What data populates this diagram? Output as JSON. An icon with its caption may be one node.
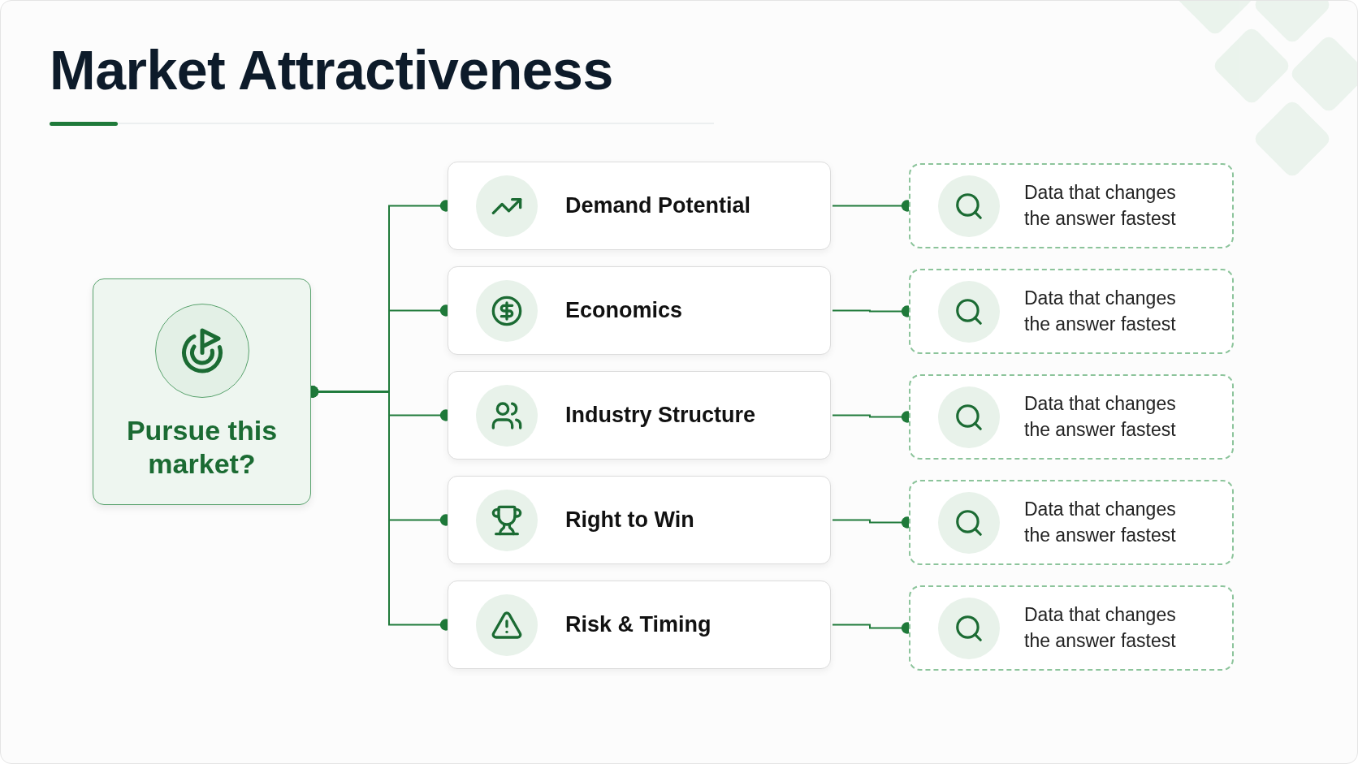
{
  "diagram": {
    "title": "Market Attractiveness",
    "nodes": [
      {
        "text": [
          "Pursue this market?"
        ]
      },
      {
        "text": [
          "Demand Potential"
        ]
      },
      {
        "text": [
          "Economics"
        ]
      },
      {
        "text": [
          "Industry Structure"
        ]
      },
      {
        "text": [
          "Right to Win"
        ]
      },
      {
        "text": [
          "Risk & Timing"
        ]
      },
      {
        "text": [
          "Data that changes the answer fastest"
        ]
      },
      {
        "text": [
          "Data that changes the answer fastest"
        ]
      },
      {
        "text": [
          "Data that changes the answer fastest"
        ]
      },
      {
        "text": [
          "Data that changes the answer fastest"
        ]
      },
      {
        "text": [
          "Data that changes the answer fastest"
        ]
      }
    ],
    "edges": [
      {
        "from": 0,
        "to": 1,
        "arrow": "other"
      },
      {
        "from": 0,
        "to": 2,
        "arrow": "other"
      },
      {
        "from": 0,
        "to": 3,
        "arrow": "other"
      },
      {
        "from": 0,
        "to": 4,
        "arrow": "other"
      },
      {
        "from": 0,
        "to": 5,
        "arrow": "other"
      },
      {
        "from": 1,
        "to": 6,
        "arrow": "other"
      },
      {
        "from": 2,
        "to": 7,
        "arrow": "other"
      },
      {
        "from": 3,
        "to": 8,
        "arrow": "other"
      },
      {
        "from": 4,
        "to": 9,
        "arrow": "other"
      },
      {
        "from": 5,
        "to": 10,
        "arrow": "other"
      }
    ]
  }
}
